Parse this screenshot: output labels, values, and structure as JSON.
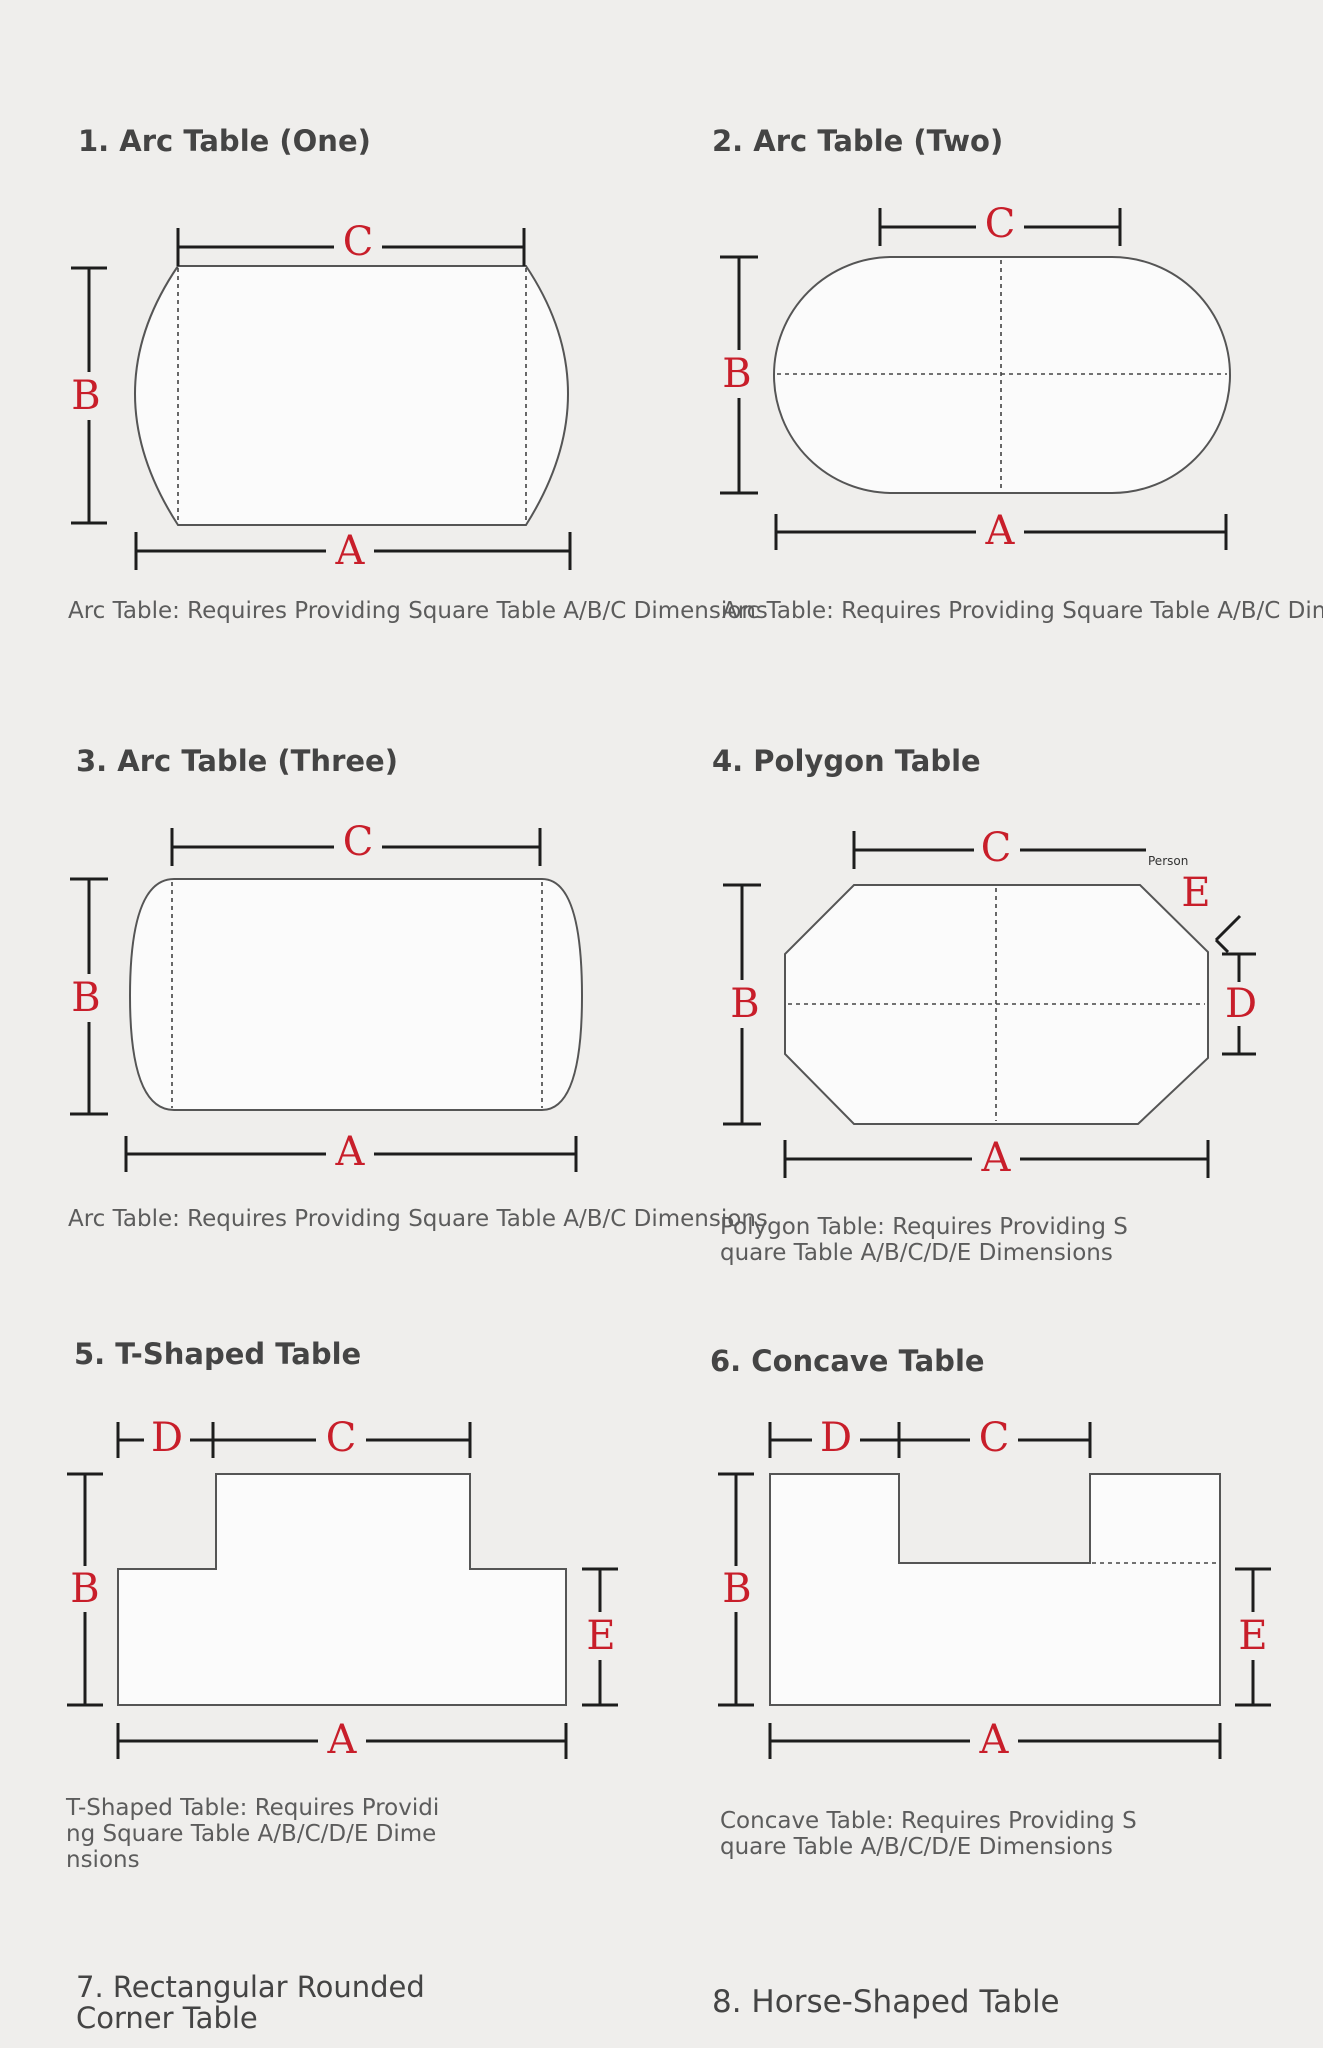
{
  "sections": [
    {
      "title": "1. Arc Table (One)",
      "caption": "Arc Table: Requires Providing Square Table A/B/C Dimensions",
      "labels": {
        "a": "A",
        "b": "B",
        "c": "C"
      }
    },
    {
      "title": "2. Arc Table (Two)",
      "caption": "Arc Table: Requires Providing Square Table A/B/C Dim",
      "labels": {
        "a": "A",
        "b": "B",
        "c": "C"
      }
    },
    {
      "title": "3. Arc Table (Three)",
      "caption": "Arc Table: Requires Providing Square Table A/B/C Dimensions",
      "labels": {
        "a": "A",
        "b": "B",
        "c": "C"
      }
    },
    {
      "title": "4. Polygon Table",
      "caption_lines": [
        "Polygon Table: Requires Providing S",
        "quare Table A/B/C/D/E Dimensions"
      ],
      "labels": {
        "a": "A",
        "b": "B",
        "c": "C",
        "d": "D",
        "e": "E"
      },
      "note": "Person"
    },
    {
      "title": "5. T-Shaped Table",
      "caption_lines": [
        "T-Shaped Table: Requires Providi",
        "ng Square Table A/B/C/D/E Dime",
        "nsions"
      ],
      "labels": {
        "a": "A",
        "b": "B",
        "c": "C",
        "d": "D",
        "e": "E"
      }
    },
    {
      "title": "6. Concave Table",
      "caption_lines": [
        "Concave Table: Requires Providing S",
        "quare Table A/B/C/D/E Dimensions"
      ],
      "labels": {
        "a": "A",
        "b": "B",
        "c": "C",
        "d": "D",
        "e": "E"
      }
    },
    {
      "title_lines": [
        "7. Rectangular Rounded",
        "Corner Table"
      ]
    },
    {
      "title": "8. Horse-Shaped Table"
    }
  ]
}
